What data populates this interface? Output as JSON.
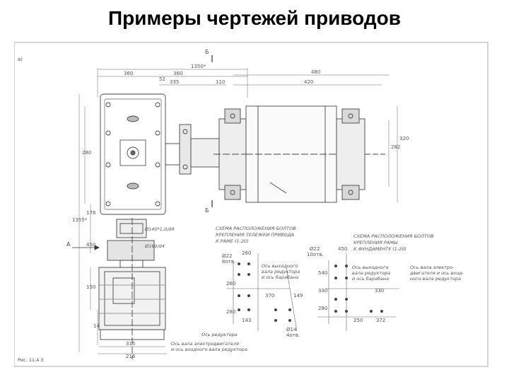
{
  "title": "Примеры чертежей приводов",
  "drawing": {
    "sheet_mark": "a)",
    "caption": "Рис. 11.4.3",
    "section_marks": {
      "b_top": "Б",
      "b_bottom": "Б",
      "a_view": "А"
    },
    "top_dims": [
      "1350*",
      "360",
      "360",
      "52",
      "335",
      "110",
      "480",
      "420"
    ],
    "left_dims": [
      "1355*",
      "280",
      "178",
      "450",
      "150",
      "145"
    ],
    "right_dims": [
      "282",
      "320"
    ],
    "bottom_dims": [
      "315",
      "216"
    ],
    "left_notes": [
      "Ø140*1,0/d4",
      "Ø160/d4"
    ],
    "diagram1": {
      "title": [
        "СХЕМА РАСПОЛОЖЕНИЯ БОЛТОВ",
        "КРЕПЛЕНИЯ ТЕЛЕЖКИ ПРИВОДА",
        "К РАМЕ (1:20)"
      ],
      "dims": [
        "Ø22",
        "8отв.",
        "260",
        "143",
        "370",
        "260",
        "280",
        "149",
        "Ø14",
        "4отв."
      ],
      "notes": [
        "Ось выходного",
        "вала редуктора",
        "и ось барабана",
        "Ось редуктора",
        "Ось вала электродвигателя",
        "и ось входного вала редуктора"
      ]
    },
    "diagram2": {
      "title": [
        "СХЕМА РАСПОЛОЖЕНИЯ БОЛТОВ",
        "КРЕПЛЕНИЯ РАМЫ",
        "К ФУНДАМЕНТУ (1:20)"
      ],
      "dims": [
        "Ø22",
        "10отв.",
        "450",
        "540",
        "330",
        "330",
        "250",
        "372",
        "280"
      ],
      "notes": [
        "Ось выходного",
        "вала редуктора",
        "и ось барабана",
        "Ось вала электро-",
        "двигателя и ось вход-",
        "ного вала редуктора"
      ]
    }
  }
}
